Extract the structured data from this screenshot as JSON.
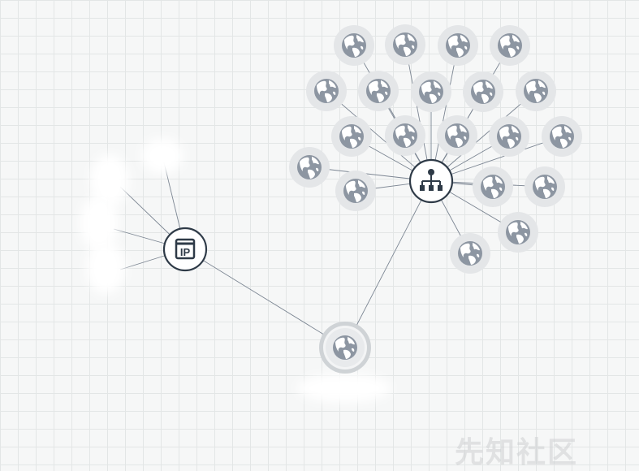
{
  "graph": {
    "ip_node": {
      "type": "ip-address",
      "icon": "ip-icon",
      "label": "IP"
    },
    "center_node": {
      "type": "domain",
      "icon": "globe-icon",
      "selected": true
    },
    "hub_node": {
      "type": "network",
      "icon": "sitemap-icon"
    },
    "globe_node_icon": "globe-icon"
  },
  "colors": {
    "node_outline": "#2e3a47",
    "globe_fill": "#8d96a2",
    "globe_land": "#ffffff",
    "halo": "#e4e6e8",
    "edge": "#7b8592",
    "grid": "#e3e6e6"
  },
  "watermark": {
    "text": "先知社区"
  }
}
